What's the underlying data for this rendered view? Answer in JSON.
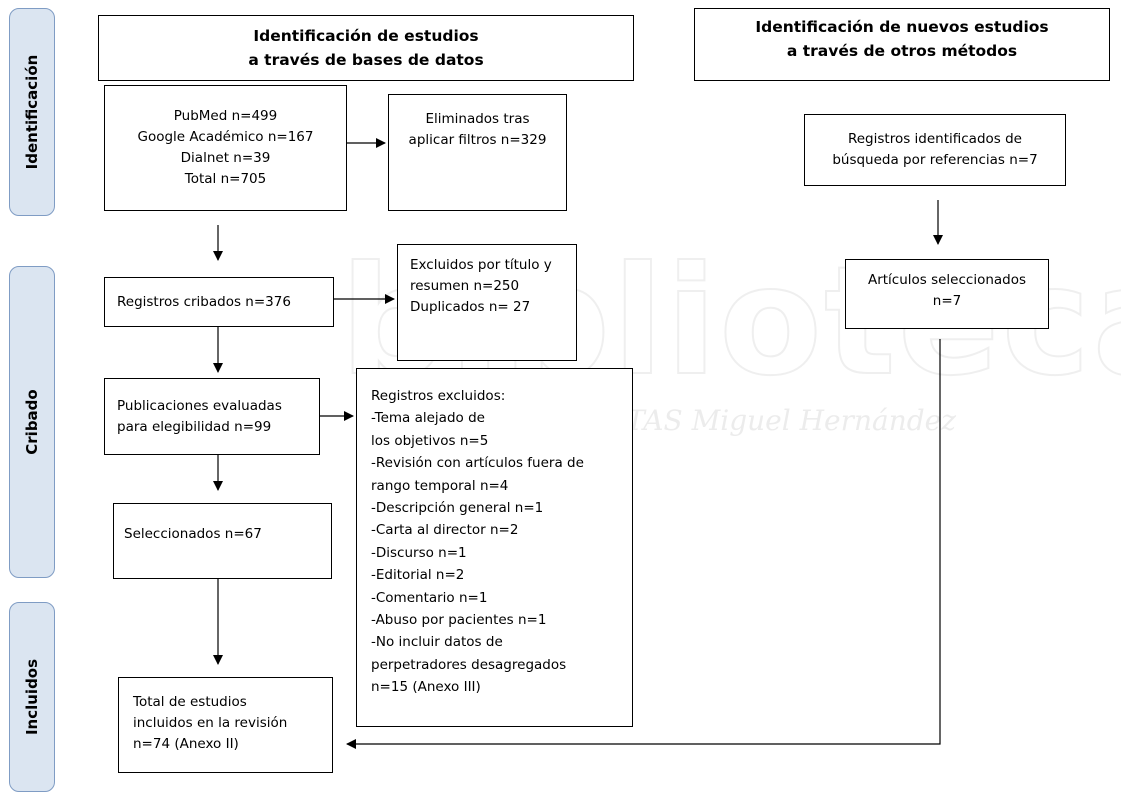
{
  "phases": {
    "identificacion": "Identificación",
    "cribado": "Cribado",
    "incluidos": "Incluidos"
  },
  "headers": {
    "left": [
      "Identificación de estudios",
      "a través de bases de datos"
    ],
    "right": [
      "Identificación de nuevos estudios",
      "a través de otros métodos"
    ]
  },
  "boxes": {
    "databases": [
      "PubMed n=499",
      "Google Académico n=167",
      "Dialnet n=39",
      "Total n=705"
    ],
    "filtered_out": [
      "Eliminados tras",
      "aplicar filtros n=329"
    ],
    "screened": [
      "Registros cribados n=376"
    ],
    "excluded_title": [
      "Excluidos por título y",
      "resumen n=250",
      "Duplicados n= 27"
    ],
    "eligibility": [
      "Publicaciones evaluadas",
      "para elegibilidad n=99"
    ],
    "excluded_records": [
      "Registros excluidos:",
      "-Tema alejado de",
      "los objetivos n=5",
      "-Revisión con artículos fuera de",
      "rango temporal n=4",
      "-Descripción general n=1",
      "-Carta al director n=2",
      "-Discurso n=1",
      "-Editorial n=2",
      "-Comentario n=1",
      "-Abuso por pacientes n=1",
      "-No incluir datos de",
      "perpetradores desagregados",
      "n=15 (Anexo III)"
    ],
    "selected": [
      "Seleccionados n=67"
    ],
    "total_included": [
      "Total de estudios",
      "incluidos en la revisión",
      "n=74 (Anexo II)"
    ],
    "references": [
      "Registros identificados de",
      "búsqueda por referencias n=7"
    ],
    "articles_selected": [
      "Artículos seleccionados",
      "n=7"
    ]
  },
  "watermark": {
    "word": "biblioteca",
    "sub": "UNIVERSITAS Miguel Hernández"
  }
}
